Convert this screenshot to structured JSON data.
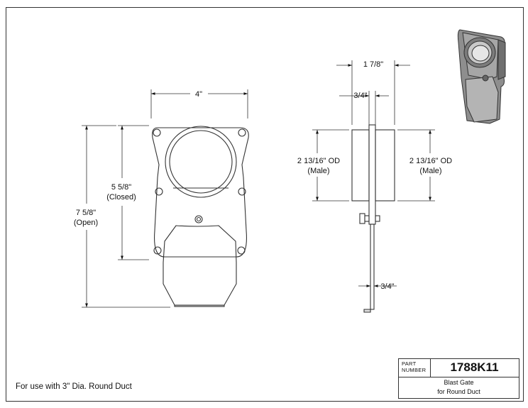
{
  "front_view": {
    "width_dim": "4\"",
    "closed_dim_value": "5 5/8\"",
    "closed_dim_note": "(Closed)",
    "open_dim_value": "7 5/8\"",
    "open_dim_note": "(Open)"
  },
  "side_view": {
    "overall_depth_dim": "1 7/8\"",
    "gate_offset_dim": "3/4\"",
    "left_od_value": "2 13/16\" OD",
    "left_od_note": "(Male)",
    "right_od_value": "2 13/16\" OD",
    "right_od_note": "(Male)",
    "handle_dim": "3/4\""
  },
  "note": "For use with 3\" Dia. Round Duct",
  "title_block": {
    "part_label_line1": "PART",
    "part_label_line2": "NUMBER",
    "part_number": "1788K11",
    "description_line1": "Blast Gate",
    "description_line2": "for Round Duct"
  }
}
